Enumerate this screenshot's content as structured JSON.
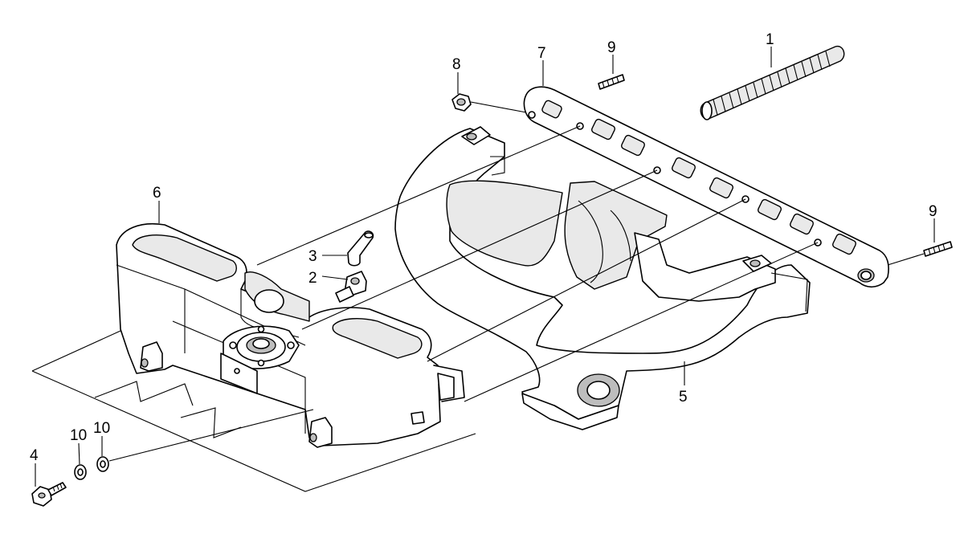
{
  "callouts": {
    "c1": "1",
    "c2": "2",
    "c3": "3",
    "c4": "4",
    "c5": "5",
    "c6": "6",
    "c7": "7",
    "c8": "8",
    "c9a": "9",
    "c9b": "9",
    "c10a": "10",
    "c10b": "10"
  }
}
